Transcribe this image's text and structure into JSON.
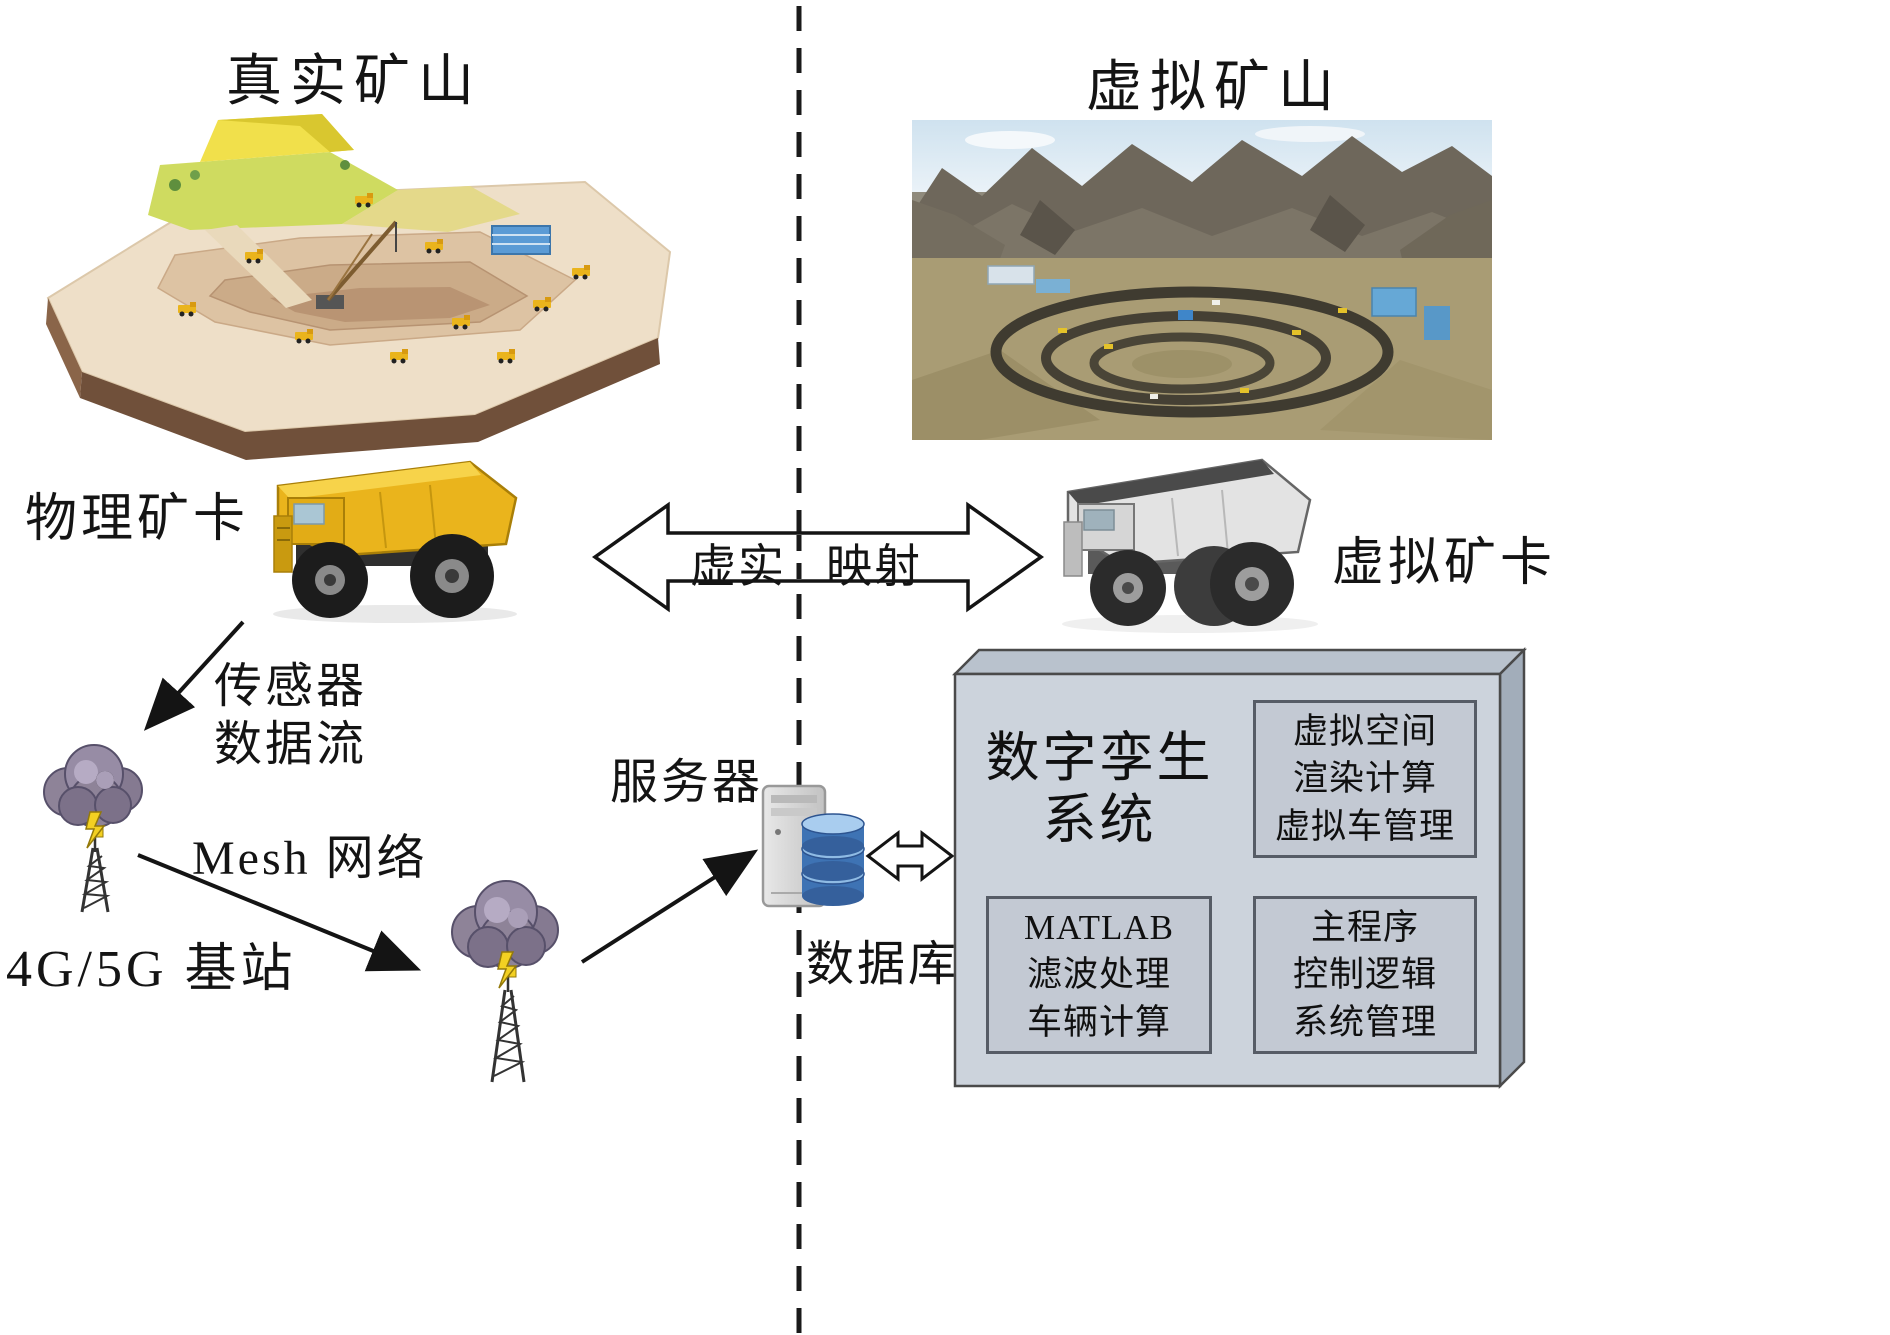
{
  "diagram": {
    "left_title": "真实矿山",
    "right_title": "虚拟矿山",
    "physical_truck_label": "物理矿卡",
    "virtual_truck_label": "虚拟矿卡",
    "mapping_left": "虚实",
    "mapping_right": "映射",
    "sensor_line1": "传感器",
    "sensor_line2": "数据流",
    "mesh_label": "Mesh 网络",
    "base_station_label": "4G/5G 基站",
    "server_label": "服务器",
    "database_label": "数据库",
    "digital_twin": {
      "title_line1": "数字孪生",
      "title_line2": "系统",
      "box_render": [
        "虚拟空间",
        "渲染计算",
        "虚拟车管理"
      ],
      "box_matlab": [
        "MATLAB",
        "滤波处理",
        "车辆计算"
      ],
      "box_main": [
        "主程序",
        "控制逻辑",
        "系统管理"
      ]
    },
    "icons": {
      "real_mine": "isometric-open-pit-mine-illustration",
      "virtual_mine": "3d-virtual-mine-render",
      "physical_truck": "yellow-mining-dump-truck",
      "virtual_truck": "gray-virtual-mining-truck",
      "base_station_1": "cloud-antenna-tower",
      "base_station_2": "cloud-antenna-tower",
      "server": "server-tower",
      "database": "stacked-database-cylinders",
      "mapping_arrow": "double-headed-outline-arrow",
      "db_link_arrow": "double-headed-outline-arrow"
    },
    "colors": {
      "truck_yellow": "#eab41c",
      "cloud_purple": "#8e8398",
      "database_blue": "#3e73b4",
      "twin_box_face": "#ccd3dc",
      "twin_box_inner": "#c3c9d3",
      "line_black": "#1a1a1a"
    }
  }
}
